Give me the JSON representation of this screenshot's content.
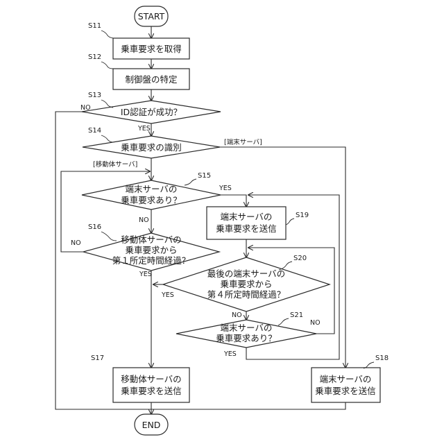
{
  "nodes": {
    "start": "START",
    "end": "END",
    "s11": "乗車要求を取得",
    "s12": "制御盤の特定",
    "s13": "ID認証が成功？",
    "s14": "乗車要求の識別",
    "s15": [
      "端末サーバの",
      "乗車要求あり？"
    ],
    "s16": [
      "移動体サーバの",
      "乗車要求から",
      "第１所定時間経過？"
    ],
    "s17": [
      "移動体サーバの",
      "乗車要求を送信"
    ],
    "s18": [
      "端末サーバの",
      "乗車要求を送信"
    ],
    "s19": [
      "端末サーバの",
      "乗車要求を送信"
    ],
    "s20": [
      "最後の端末サーバの",
      "乗車要求から",
      "第４所定時間経過？"
    ],
    "s21": [
      "端末サーバの",
      "乗車要求あり？"
    ]
  },
  "steps": {
    "s11": "S11",
    "s12": "S12",
    "s13": "S13",
    "s14": "S14",
    "s15": "S15",
    "s16": "S16",
    "s17": "S17",
    "s18": "S18",
    "s19": "S19",
    "s20": "S20",
    "s21": "S21"
  },
  "branches": {
    "s13_no": "NO",
    "s13_yes": "YES",
    "s14_terminal": "[端末サーバ]",
    "s14_mobile": "[移動体サーバ]",
    "s15_yes": "YES",
    "s15_no": "NO",
    "s16_no": "NO",
    "s16_yes": "YES",
    "s20_yes": "YES",
    "s20_no": "NO",
    "s21_no": "NO",
    "s21_yes": "YES"
  }
}
